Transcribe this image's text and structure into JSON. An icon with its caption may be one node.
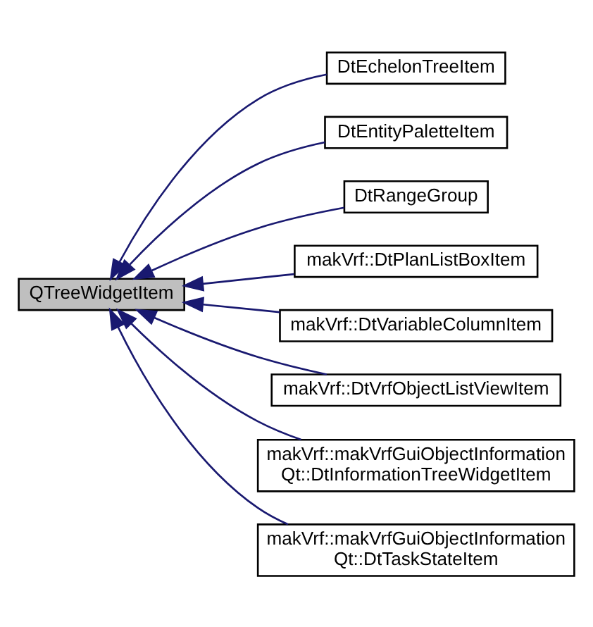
{
  "diagram": {
    "nodes": [
      {
        "text": [
          "QTreeWidgetItem"
        ]
      },
      {
        "text": [
          "DtEchelonTreeItem"
        ]
      },
      {
        "text": [
          "DtEntityPaletteItem"
        ]
      },
      {
        "text": [
          "DtRangeGroup"
        ]
      },
      {
        "text": [
          "makVrf::DtPlanListBoxItem"
        ]
      },
      {
        "text": [
          "makVrf::DtVariableColumnItem"
        ]
      },
      {
        "text": [
          "makVrf::DtVrfObjectListViewItem"
        ]
      },
      {
        "text": [
          "makVrf::makVrfGuiObjectInformation Qt::DtInformationTreeWidgetItem"
        ]
      },
      {
        "text": [
          "makVrf::makVrfGuiObjectInformation Qt::DtTaskStateItem"
        ]
      }
    ],
    "edges": [
      {
        "from": 1,
        "to": 0,
        "arrow": "to"
      },
      {
        "from": 2,
        "to": 0,
        "arrow": "to"
      },
      {
        "from": 3,
        "to": 0,
        "arrow": "to"
      },
      {
        "from": 4,
        "to": 0,
        "arrow": "to"
      },
      {
        "from": 5,
        "to": 0,
        "arrow": "to"
      },
      {
        "from": 6,
        "to": 0,
        "arrow": "to"
      },
      {
        "from": 7,
        "to": 0,
        "arrow": "to"
      },
      {
        "from": 8,
        "to": 0,
        "arrow": "to"
      }
    ]
  }
}
